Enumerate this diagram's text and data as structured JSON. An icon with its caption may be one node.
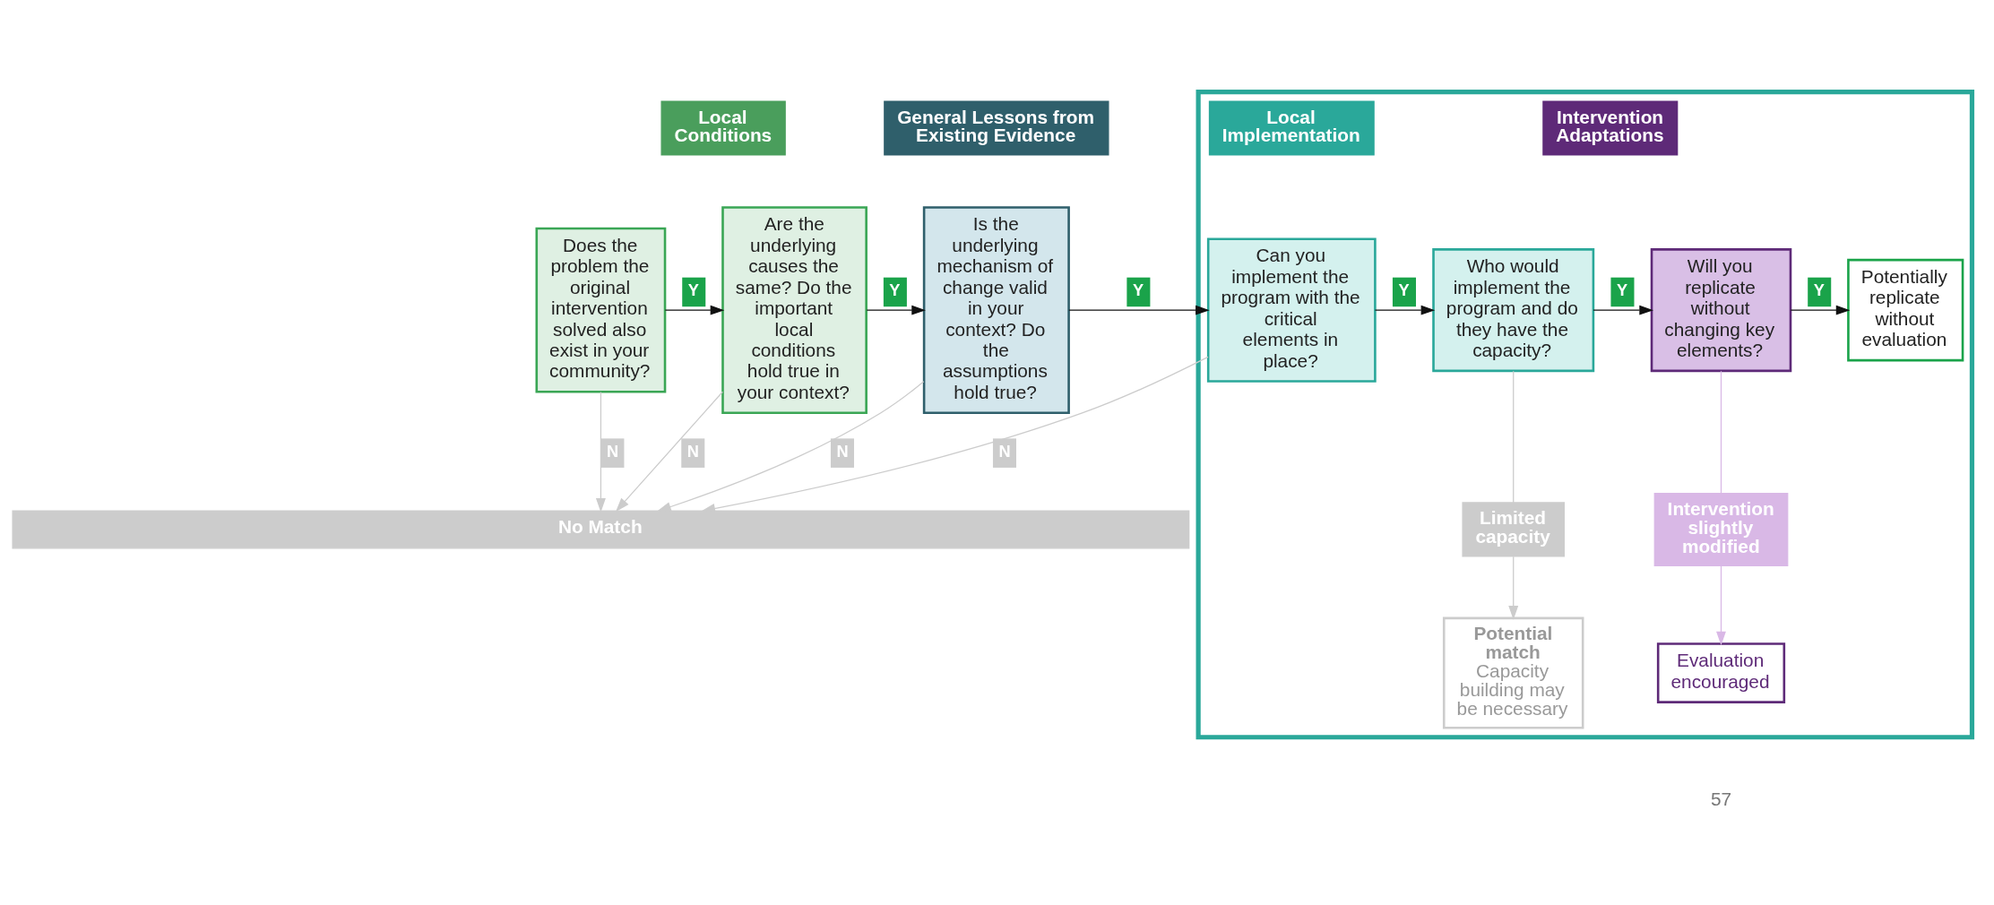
{
  "diagram": {
    "nodes": [
      {
        "text": [
          "Local Conditions"
        ]
      },
      {
        "text": [
          "General Lessons from Existing Evidence"
        ]
      },
      {
        "text": [],
        "shape": "box"
      },
      {
        "text": [
          "Local Implementation"
        ],
        "in": 2
      },
      {
        "text": [
          "Intervention Adaptations"
        ],
        "in": 2
      },
      {
        "text": [
          "Does the problem the original intervention solved also exist in your community?"
        ]
      },
      {
        "text": [
          "Are the underlying causes the same? Do the important local conditions hold true in your context?"
        ]
      },
      {
        "text": [
          "Is the underlying mechanism of change valid in your context? Do the assumptions hold true?"
        ]
      },
      {
        "text": [
          "Can you implement the program with the critical elements in place?"
        ],
        "in": 2
      },
      {
        "text": [
          "Who would implement the program and do they have the capacity?"
        ],
        "in": 2
      },
      {
        "text": [
          "Will you replicate without changing key elements?"
        ],
        "in": 2
      },
      {
        "text": [
          "Potentially replicate without evaluation"
        ],
        "in": 2
      },
      {
        "text": [
          "Limited capacity"
        ],
        "in": 2
      },
      {
        "text": [
          "Potential match",
          "Capacity building may be necessary"
        ],
        "in": 2
      },
      {
        "text": [
          "Intervention slightly modified"
        ],
        "in": 2
      },
      {
        "text": [
          "Evaluation encouraged"
        ],
        "in": 2
      },
      {
        "text": [
          "No Match"
        ]
      }
    ],
    "edges": [
      {
        "from": 5,
        "to": 6,
        "arrow": "to",
        "label": "Y"
      },
      {
        "from": 6,
        "to": 7,
        "arrow": "to",
        "label": "Y"
      },
      {
        "from": 7,
        "to": 8,
        "arrow": "to",
        "label": "Y"
      },
      {
        "from": 8,
        "to": 9,
        "arrow": "to",
        "label": "Y"
      },
      {
        "from": 9,
        "to": 10,
        "arrow": "to",
        "label": "Y"
      },
      {
        "from": 10,
        "to": 11,
        "arrow": "to",
        "label": "Y"
      },
      {
        "from": 5,
        "to": 16,
        "arrow": "to",
        "label": "N",
        "color": "#cccccc"
      },
      {
        "from": 6,
        "to": 16,
        "arrow": "to",
        "label": "N",
        "color": "#cccccc"
      },
      {
        "from": 7,
        "to": 16,
        "arrow": "to",
        "label": "N",
        "color": "#cccccc"
      },
      {
        "from": 8,
        "to": 16,
        "arrow": "to",
        "label": "N",
        "color": "#cccccc"
      },
      {
        "from": 9,
        "to": 12,
        "arrow": "none",
        "color": "#cccccc"
      },
      {
        "from": 12,
        "to": 13,
        "arrow": "to",
        "color": "#cccccc"
      },
      {
        "from": 10,
        "to": 14,
        "arrow": "none",
        "color": "#d9b8e6"
      },
      {
        "from": 14,
        "to": 15,
        "arrow": "to",
        "color": "#d9b8e6"
      }
    ],
    "labels": [
      "57"
    ]
  }
}
